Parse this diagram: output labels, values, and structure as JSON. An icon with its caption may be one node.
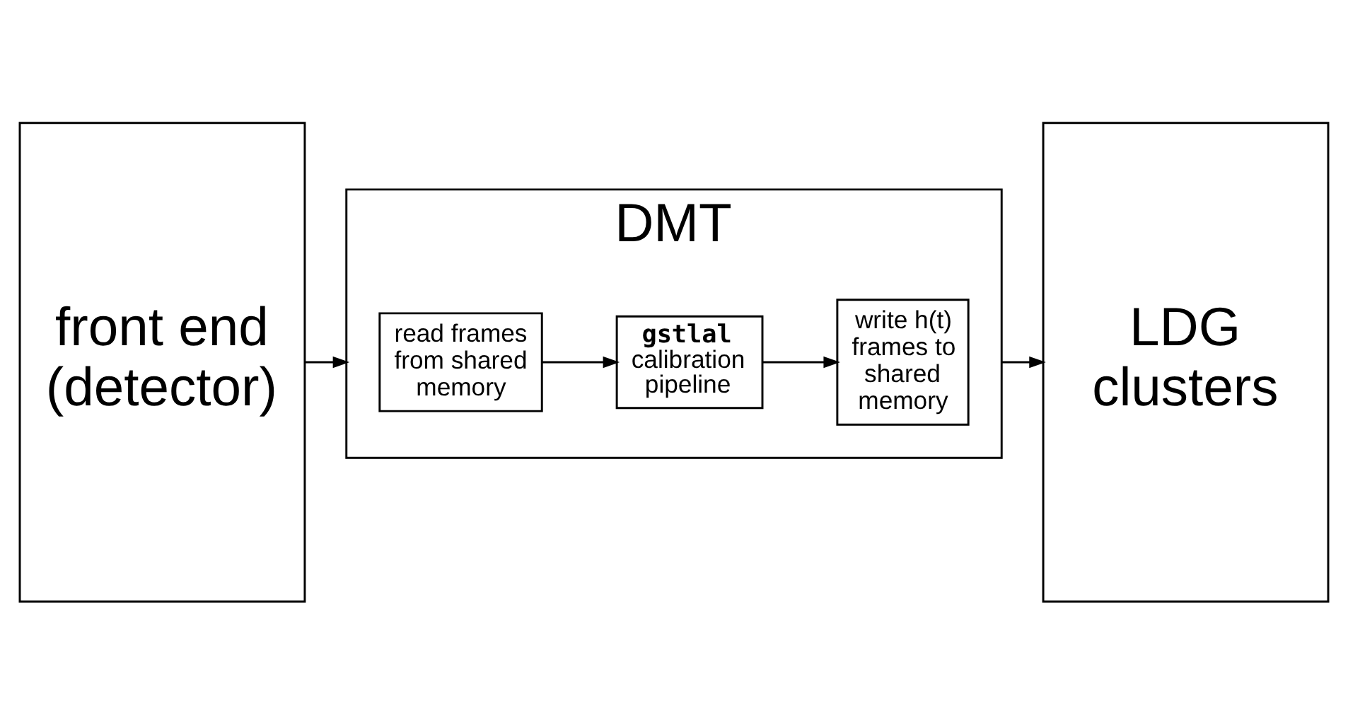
{
  "diagram": {
    "nodes": [
      {
        "text": [
          "front end (detector)"
        ]
      },
      {
        "text": [
          "DMT"
        ]
      },
      {
        "text": [
          "read frames from shared memory"
        ],
        "in": 1
      },
      {
        "text": [
          "gstlal",
          "calibration pipeline"
        ],
        "in": 1
      },
      {
        "text": [
          "write h(t) frames to shared memory"
        ],
        "in": 1
      },
      {
        "text": [
          "LDG clusters"
        ]
      }
    ],
    "edges": [
      {
        "from": 0,
        "to": 1,
        "arrow": "to"
      },
      {
        "from": 2,
        "to": 3,
        "arrow": "to"
      },
      {
        "from": 3,
        "to": 4,
        "arrow": "to"
      },
      {
        "from": 1,
        "to": 5,
        "arrow": "to"
      }
    ]
  }
}
